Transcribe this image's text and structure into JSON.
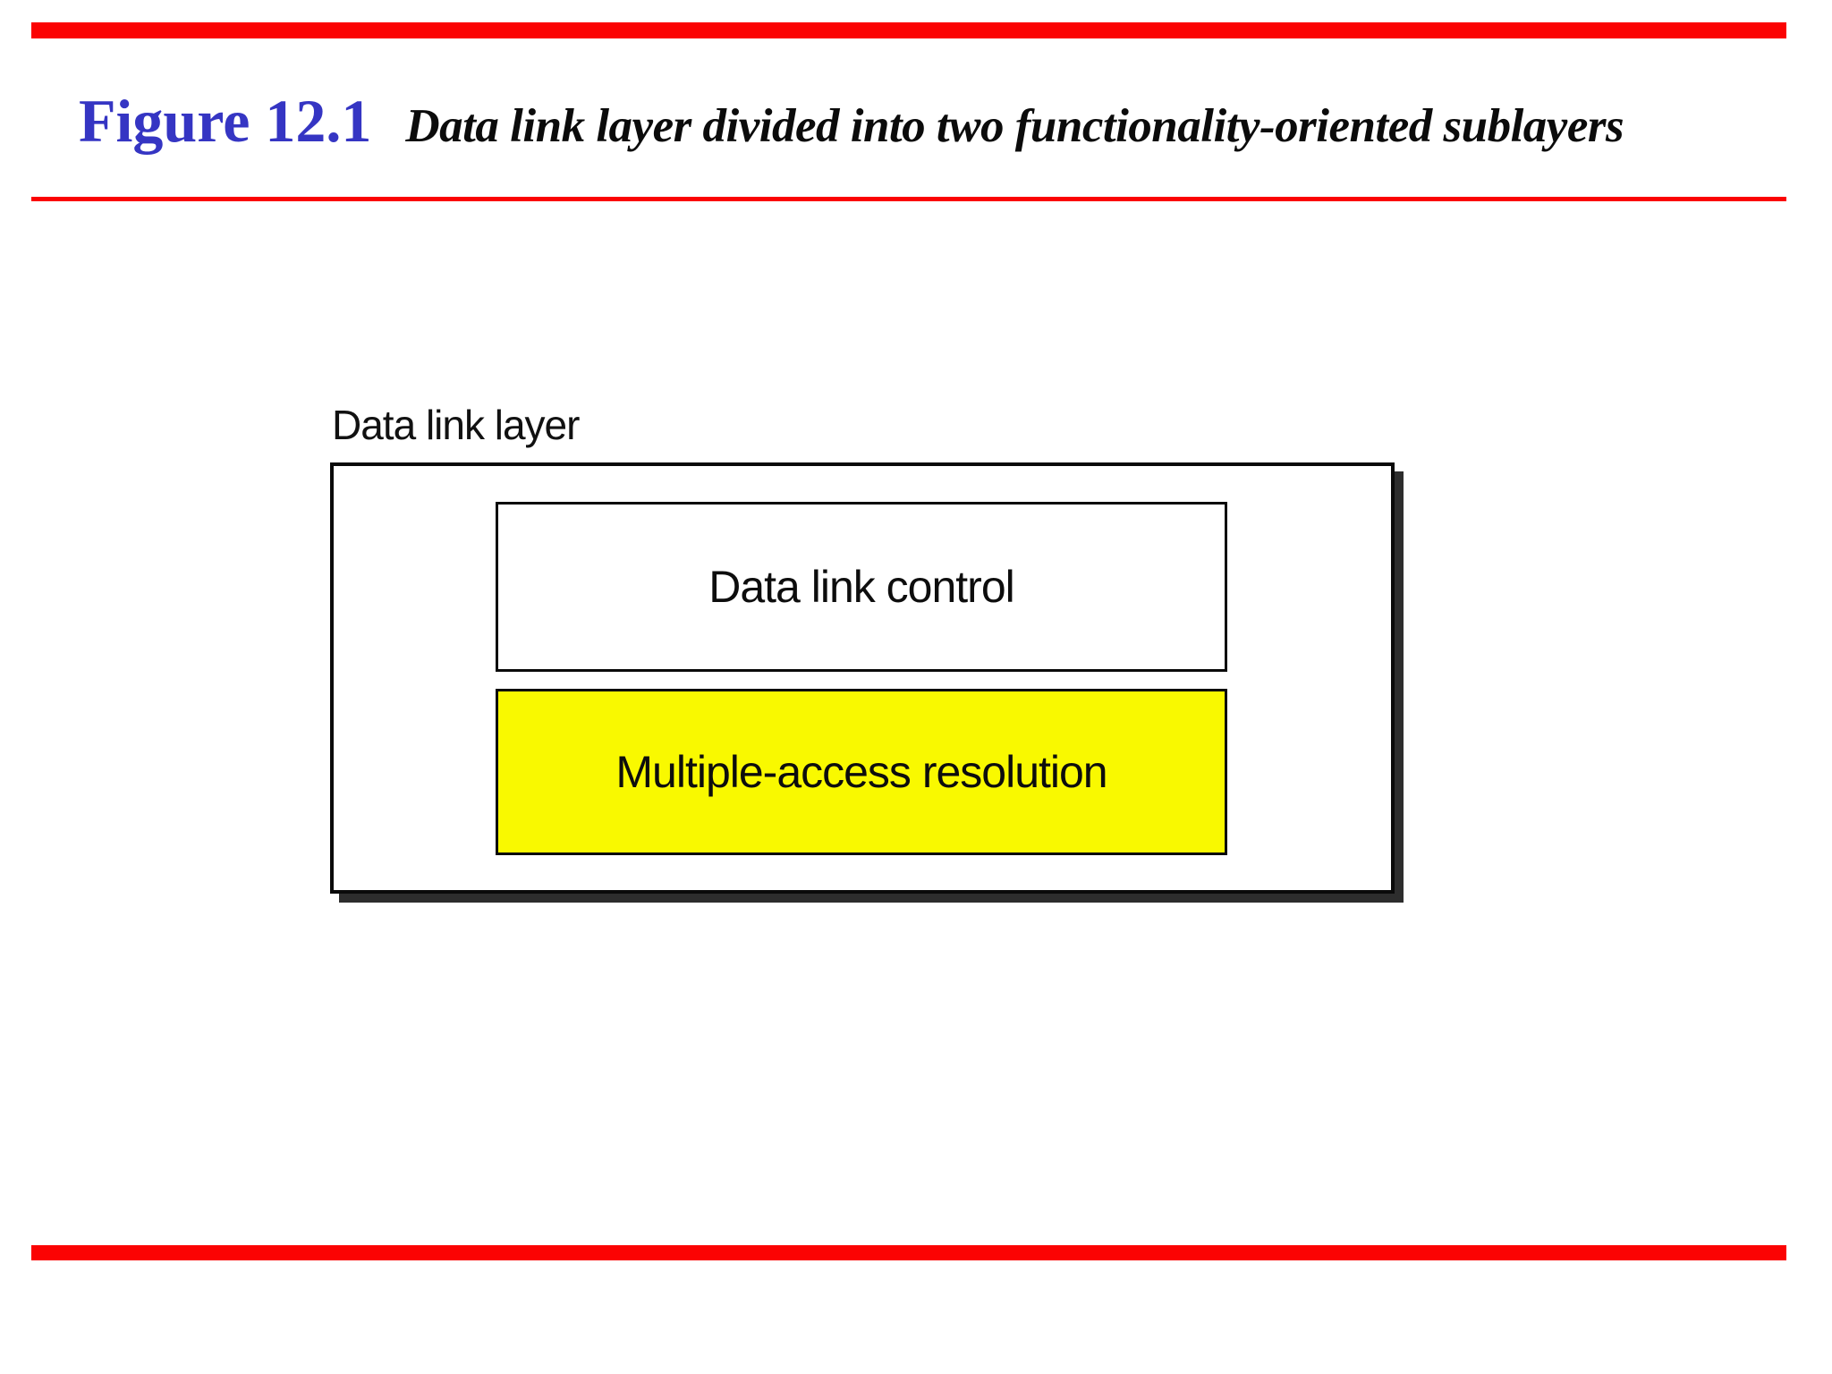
{
  "slide": {
    "figure_label": "Figure 12.1",
    "figure_caption": "Data link layer divided into two functionality-oriented sublayers"
  },
  "diagram": {
    "container_label": "Data link layer",
    "sublayers": [
      {
        "label": "Data link control",
        "fill": "#ffffff"
      },
      {
        "label": "Multiple-access resolution",
        "fill": "#f9f900"
      }
    ]
  },
  "colors": {
    "accent_red": "#fb0303",
    "title_blue": "#3535c3",
    "highlight_yellow": "#f9f900",
    "box_shadow_color": "#2d2d2d",
    "border_black": "#0a0a0a"
  }
}
